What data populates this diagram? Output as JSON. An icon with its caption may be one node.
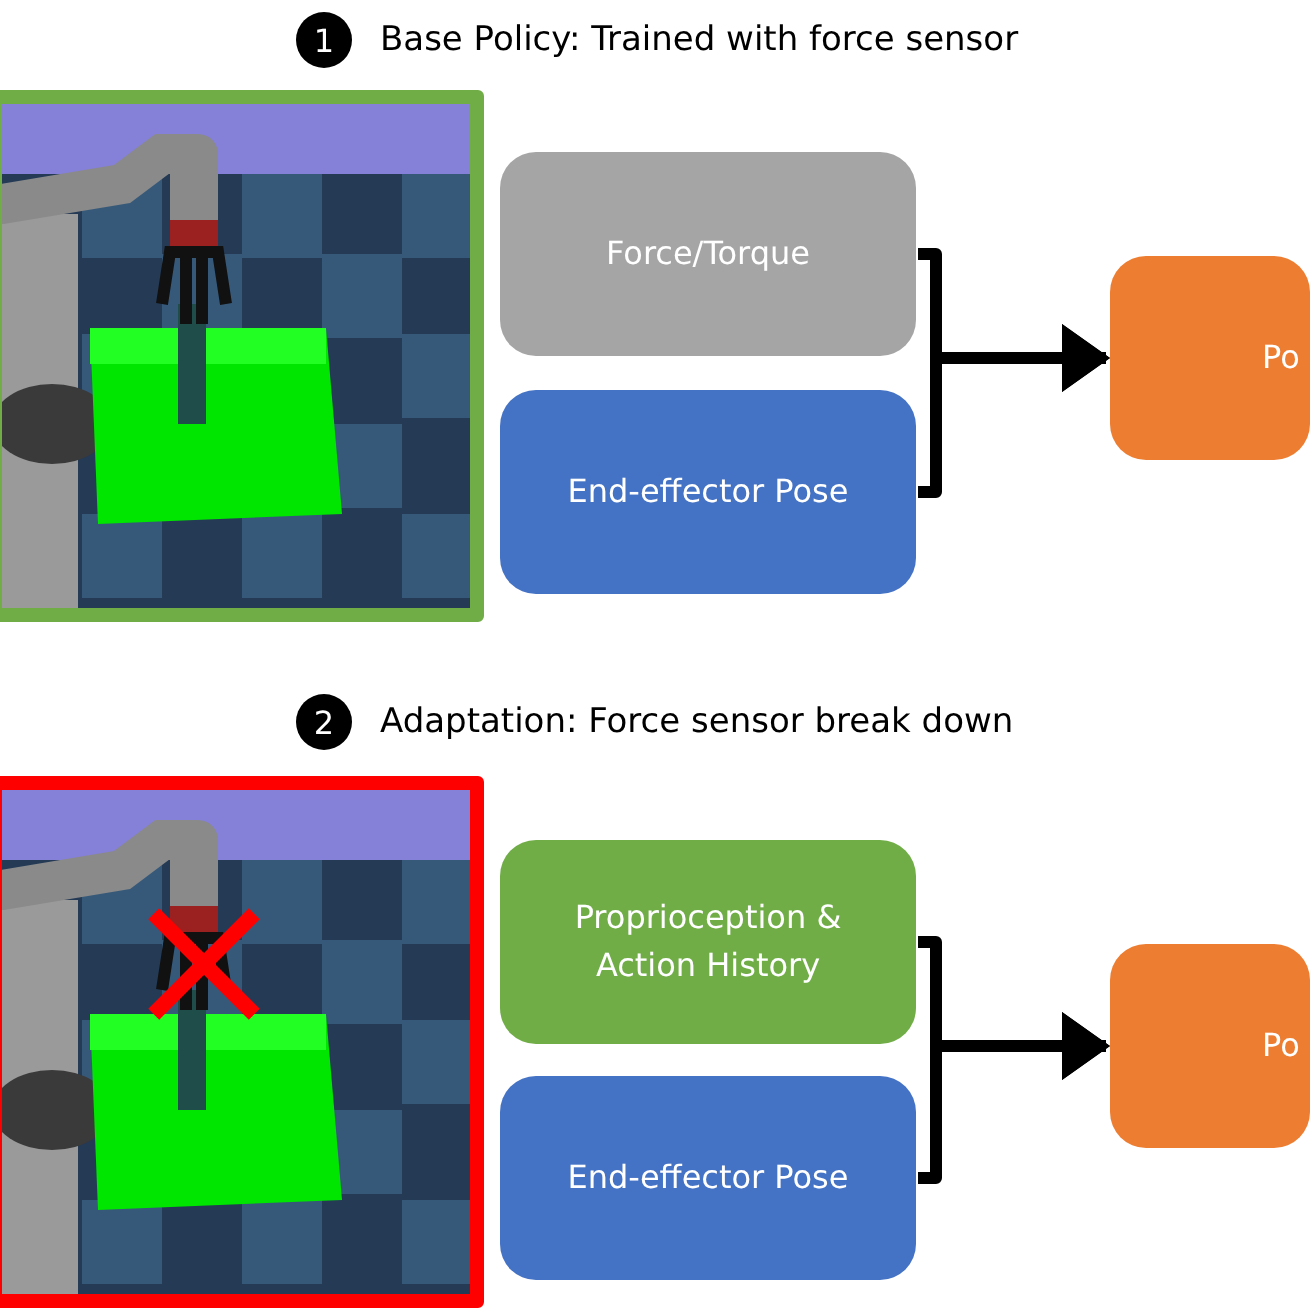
{
  "diagram": {
    "nodes": [
      {
        "text": [],
        "shape": "picture"
      },
      {
        "text": [
          "Force/Torque"
        ]
      },
      {
        "text": [
          "End-effector Pose"
        ]
      },
      {
        "text": [
          "Po"
        ]
      },
      {
        "text": [],
        "shape": "picture"
      },
      {
        "text": [
          "Proprioception & Action History"
        ]
      },
      {
        "text": [
          "End-effector Pose"
        ]
      },
      {
        "text": [
          "Po"
        ]
      }
    ],
    "edges": [
      {
        "from": 1,
        "to": 3,
        "arrow": "to"
      },
      {
        "from": 2,
        "to": 3,
        "arrow": "to"
      },
      {
        "from": 5,
        "to": 7,
        "arrow": "to"
      },
      {
        "from": 6,
        "to": 7,
        "arrow": "to"
      }
    ],
    "labels": [
      "1",
      "Base Policy: Trained with force sensor",
      "2",
      "Adaptation: Force sensor break down"
    ]
  }
}
